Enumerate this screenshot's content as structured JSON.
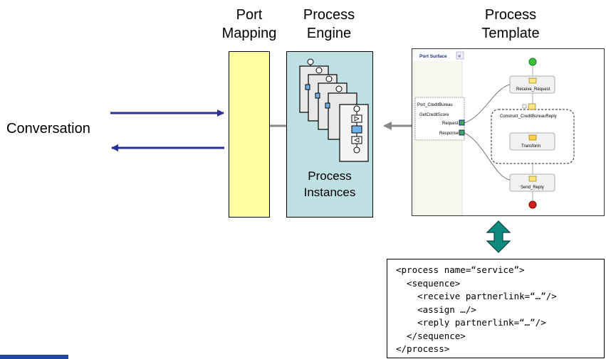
{
  "headers": {
    "port_mapping": [
      "Port",
      "Mapping"
    ],
    "process_engine": [
      "Process",
      "Engine"
    ],
    "process_template": [
      "Process",
      "Template"
    ]
  },
  "conversation_label": "Conversation",
  "process_instances": [
    "Process",
    "Instances"
  ],
  "template": {
    "port_surface_label": "Port Surface",
    "collapse_glyph": "«",
    "port_name": "Port_CreditBureau",
    "operation": "GetCreditScore",
    "request_label": "Request",
    "response_label": "Response",
    "shapes": {
      "receive": "Receive_Request",
      "construct": "Construct_CreditBureauReply",
      "transform": "Transform",
      "send": "Send_Reply"
    }
  },
  "code_lines": [
    "<process name=“service”>",
    "  <sequence>",
    "    <receive partnerlink=“…”/>",
    "    <assign …/>",
    "    <reply partnerlink=“…”/>",
    "  </sequence>",
    "</process>"
  ],
  "colors": {
    "arrow_blue": "#2b2f9a",
    "teal_arrow": "#0f8a80",
    "mapping_fill": "#ffffa0",
    "engine_fill": "#bfe0e3",
    "connector_gray": "#888888"
  }
}
